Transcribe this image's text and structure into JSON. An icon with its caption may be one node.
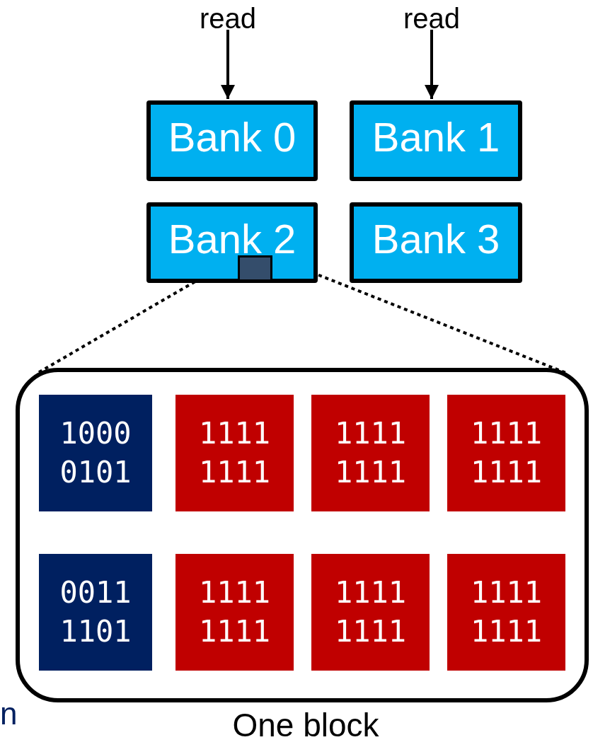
{
  "diagram": {
    "nodes": [
      {
        "text": [
          "read"
        ]
      },
      {
        "text": [
          "read"
        ]
      },
      {
        "text": [
          "Bank 0"
        ]
      },
      {
        "text": [
          "Bank 1"
        ]
      },
      {
        "text": [
          "Bank 2"
        ]
      },
      {
        "text": [
          "Bank 3"
        ]
      },
      {
        "text": [],
        "shape": "box",
        "in": 4
      },
      {
        "text": [
          "One block"
        ]
      },
      {
        "text": [
          "1000 0101"
        ],
        "in": 7
      },
      {
        "text": [
          "1111 1111"
        ],
        "in": 7
      },
      {
        "text": [
          "1111 1111"
        ],
        "in": 7
      },
      {
        "text": [
          "1111 1111"
        ],
        "in": 7
      },
      {
        "text": [
          "0011 1101"
        ],
        "in": 7
      },
      {
        "text": [
          "1111 1111"
        ],
        "in": 7
      },
      {
        "text": [
          "1111 1111"
        ],
        "in": 7
      },
      {
        "text": [
          "1111 1111"
        ],
        "in": 7
      }
    ],
    "edges": [
      {
        "from": 0,
        "to": 2,
        "arrow": "to"
      },
      {
        "from": 1,
        "to": 3,
        "arrow": "to"
      },
      {
        "from": 6,
        "to": 7,
        "arrow": "none",
        "style": "dashed"
      },
      {
        "from": 6,
        "to": 7,
        "arrow": "none",
        "style": "dashed"
      }
    ],
    "labels": [
      "n"
    ]
  }
}
